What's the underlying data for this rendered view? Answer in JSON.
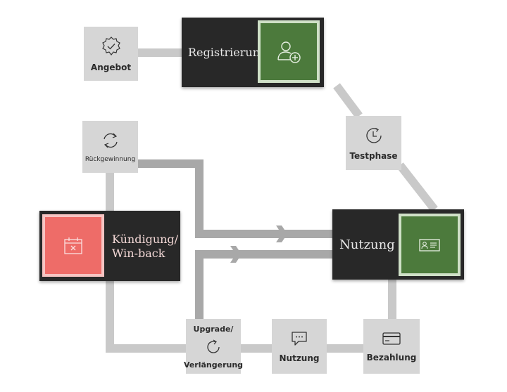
{
  "nodes": {
    "angebot": {
      "label": "Angebot",
      "icon": "badge-check-icon"
    },
    "registrierung": {
      "label": "Registrierung",
      "icon": "user-add-icon"
    },
    "testphase": {
      "label": "Testphase",
      "icon": "clock-icon"
    },
    "rueckgewinnung": {
      "label": "Rückgewinnung",
      "icon": "refresh-icon"
    },
    "kuendigung": {
      "label_line1": "Kündigung/",
      "label_line2": "Win-back",
      "icon": "calendar-cancel-icon"
    },
    "nutzung_main": {
      "label": "Nutzung",
      "icon": "id-card-icon"
    },
    "upgrade": {
      "label_line1": "Upgrade/",
      "label_line2": "Verlängerung",
      "icon": "renew-icon"
    },
    "nutzung_small": {
      "label": "Nutzung",
      "icon": "chat-icon"
    },
    "bezahlung": {
      "label": "Bezahlung",
      "icon": "credit-card-icon"
    }
  },
  "colors": {
    "connector": "#c9c9c9",
    "arrow_connector": "#a8a8a8",
    "small_box": "#d6d6d6",
    "dark_box": "#282828",
    "green_tile": "#4c7a3c",
    "red_tile": "#ee6c68"
  }
}
